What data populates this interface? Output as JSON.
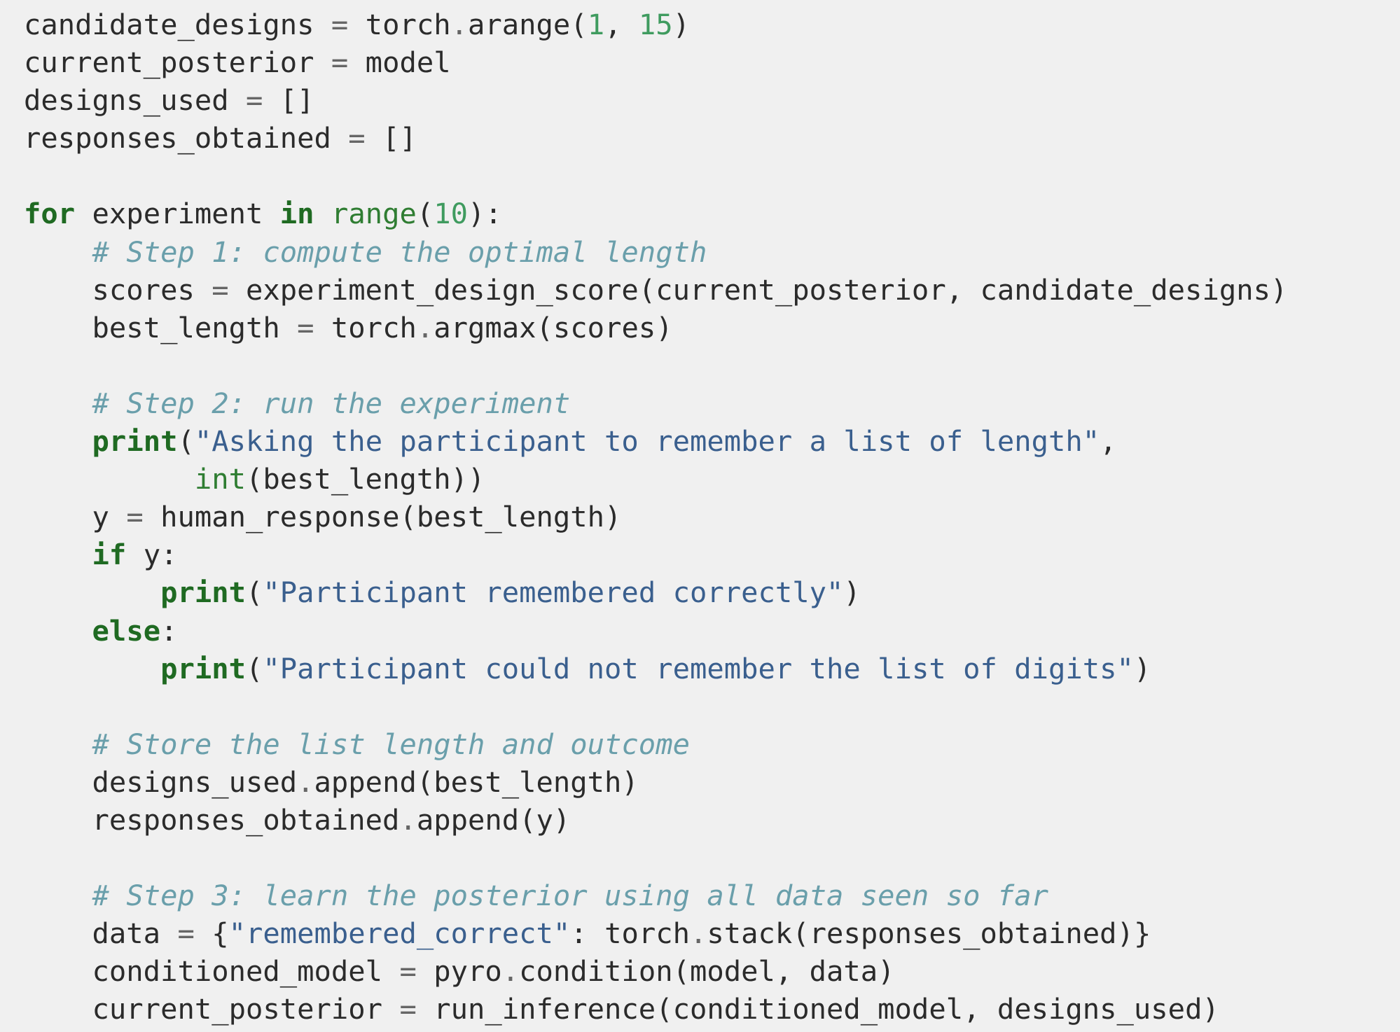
{
  "code": {
    "lines": [
      [
        {
          "t": "candidate_designs ",
          "c": ""
        },
        {
          "t": "=",
          "c": "op"
        },
        {
          "t": " torch",
          "c": ""
        },
        {
          "t": ".",
          "c": "op"
        },
        {
          "t": "arange(",
          "c": ""
        },
        {
          "t": "1",
          "c": "num"
        },
        {
          "t": ", ",
          "c": ""
        },
        {
          "t": "15",
          "c": "num"
        },
        {
          "t": ")",
          "c": ""
        }
      ],
      [
        {
          "t": "current_posterior ",
          "c": ""
        },
        {
          "t": "=",
          "c": "op"
        },
        {
          "t": " model",
          "c": ""
        }
      ],
      [
        {
          "t": "designs_used ",
          "c": ""
        },
        {
          "t": "=",
          "c": "op"
        },
        {
          "t": " []",
          "c": ""
        }
      ],
      [
        {
          "t": "responses_obtained ",
          "c": ""
        },
        {
          "t": "=",
          "c": "op"
        },
        {
          "t": " []",
          "c": ""
        }
      ],
      [],
      [
        {
          "t": "for",
          "c": "kw"
        },
        {
          "t": " experiment ",
          "c": ""
        },
        {
          "t": "in",
          "c": "kw"
        },
        {
          "t": " ",
          "c": ""
        },
        {
          "t": "range",
          "c": "bi"
        },
        {
          "t": "(",
          "c": ""
        },
        {
          "t": "10",
          "c": "num"
        },
        {
          "t": "):",
          "c": ""
        }
      ],
      [
        {
          "t": "    ",
          "c": ""
        },
        {
          "t": "# Step 1: compute the optimal length",
          "c": "com"
        }
      ],
      [
        {
          "t": "    scores ",
          "c": ""
        },
        {
          "t": "=",
          "c": "op"
        },
        {
          "t": " experiment_design_score(current_posterior, candidate_designs)",
          "c": ""
        }
      ],
      [
        {
          "t": "    best_length ",
          "c": ""
        },
        {
          "t": "=",
          "c": "op"
        },
        {
          "t": " torch",
          "c": ""
        },
        {
          "t": ".",
          "c": "op"
        },
        {
          "t": "argmax(scores)",
          "c": ""
        }
      ],
      [],
      [
        {
          "t": "    ",
          "c": ""
        },
        {
          "t": "# Step 2: run the experiment",
          "c": "com"
        }
      ],
      [
        {
          "t": "    ",
          "c": ""
        },
        {
          "t": "print",
          "c": "kw"
        },
        {
          "t": "(",
          "c": ""
        },
        {
          "t": "\"Asking the participant to remember a list of length\"",
          "c": "str"
        },
        {
          "t": ",",
          "c": ""
        }
      ],
      [
        {
          "t": "          ",
          "c": ""
        },
        {
          "t": "int",
          "c": "bi"
        },
        {
          "t": "(best_length))",
          "c": ""
        }
      ],
      [
        {
          "t": "    y ",
          "c": ""
        },
        {
          "t": "=",
          "c": "op"
        },
        {
          "t": " human_response(best_length)",
          "c": ""
        }
      ],
      [
        {
          "t": "    ",
          "c": ""
        },
        {
          "t": "if",
          "c": "kw"
        },
        {
          "t": " y:",
          "c": ""
        }
      ],
      [
        {
          "t": "        ",
          "c": ""
        },
        {
          "t": "print",
          "c": "kw"
        },
        {
          "t": "(",
          "c": ""
        },
        {
          "t": "\"Participant remembered correctly\"",
          "c": "str"
        },
        {
          "t": ")",
          "c": ""
        }
      ],
      [
        {
          "t": "    ",
          "c": ""
        },
        {
          "t": "else",
          "c": "kw"
        },
        {
          "t": ":",
          "c": ""
        }
      ],
      [
        {
          "t": "        ",
          "c": ""
        },
        {
          "t": "print",
          "c": "kw"
        },
        {
          "t": "(",
          "c": ""
        },
        {
          "t": "\"Participant could not remember the list of digits\"",
          "c": "str"
        },
        {
          "t": ")",
          "c": ""
        }
      ],
      [],
      [
        {
          "t": "    ",
          "c": ""
        },
        {
          "t": "# Store the list length and outcome",
          "c": "com"
        }
      ],
      [
        {
          "t": "    designs_used",
          "c": ""
        },
        {
          "t": ".",
          "c": "op"
        },
        {
          "t": "append(best_length)",
          "c": ""
        }
      ],
      [
        {
          "t": "    responses_obtained",
          "c": ""
        },
        {
          "t": ".",
          "c": "op"
        },
        {
          "t": "append(y)",
          "c": ""
        }
      ],
      [],
      [
        {
          "t": "    ",
          "c": ""
        },
        {
          "t": "# Step 3: learn the posterior using all data seen so far",
          "c": "com"
        }
      ],
      [
        {
          "t": "    data ",
          "c": ""
        },
        {
          "t": "=",
          "c": "op"
        },
        {
          "t": " {",
          "c": ""
        },
        {
          "t": "\"remembered_correct\"",
          "c": "str"
        },
        {
          "t": ": torch",
          "c": ""
        },
        {
          "t": ".",
          "c": "op"
        },
        {
          "t": "stack(responses_obtained)}",
          "c": ""
        }
      ],
      [
        {
          "t": "    conditioned_model ",
          "c": ""
        },
        {
          "t": "=",
          "c": "op"
        },
        {
          "t": " pyro",
          "c": ""
        },
        {
          "t": ".",
          "c": "op"
        },
        {
          "t": "condition(model, data)",
          "c": ""
        }
      ],
      [
        {
          "t": "    current_posterior ",
          "c": ""
        },
        {
          "t": "=",
          "c": "op"
        },
        {
          "t": " run_inference(conditioned_model, designs_used)",
          "c": ""
        }
      ]
    ]
  }
}
